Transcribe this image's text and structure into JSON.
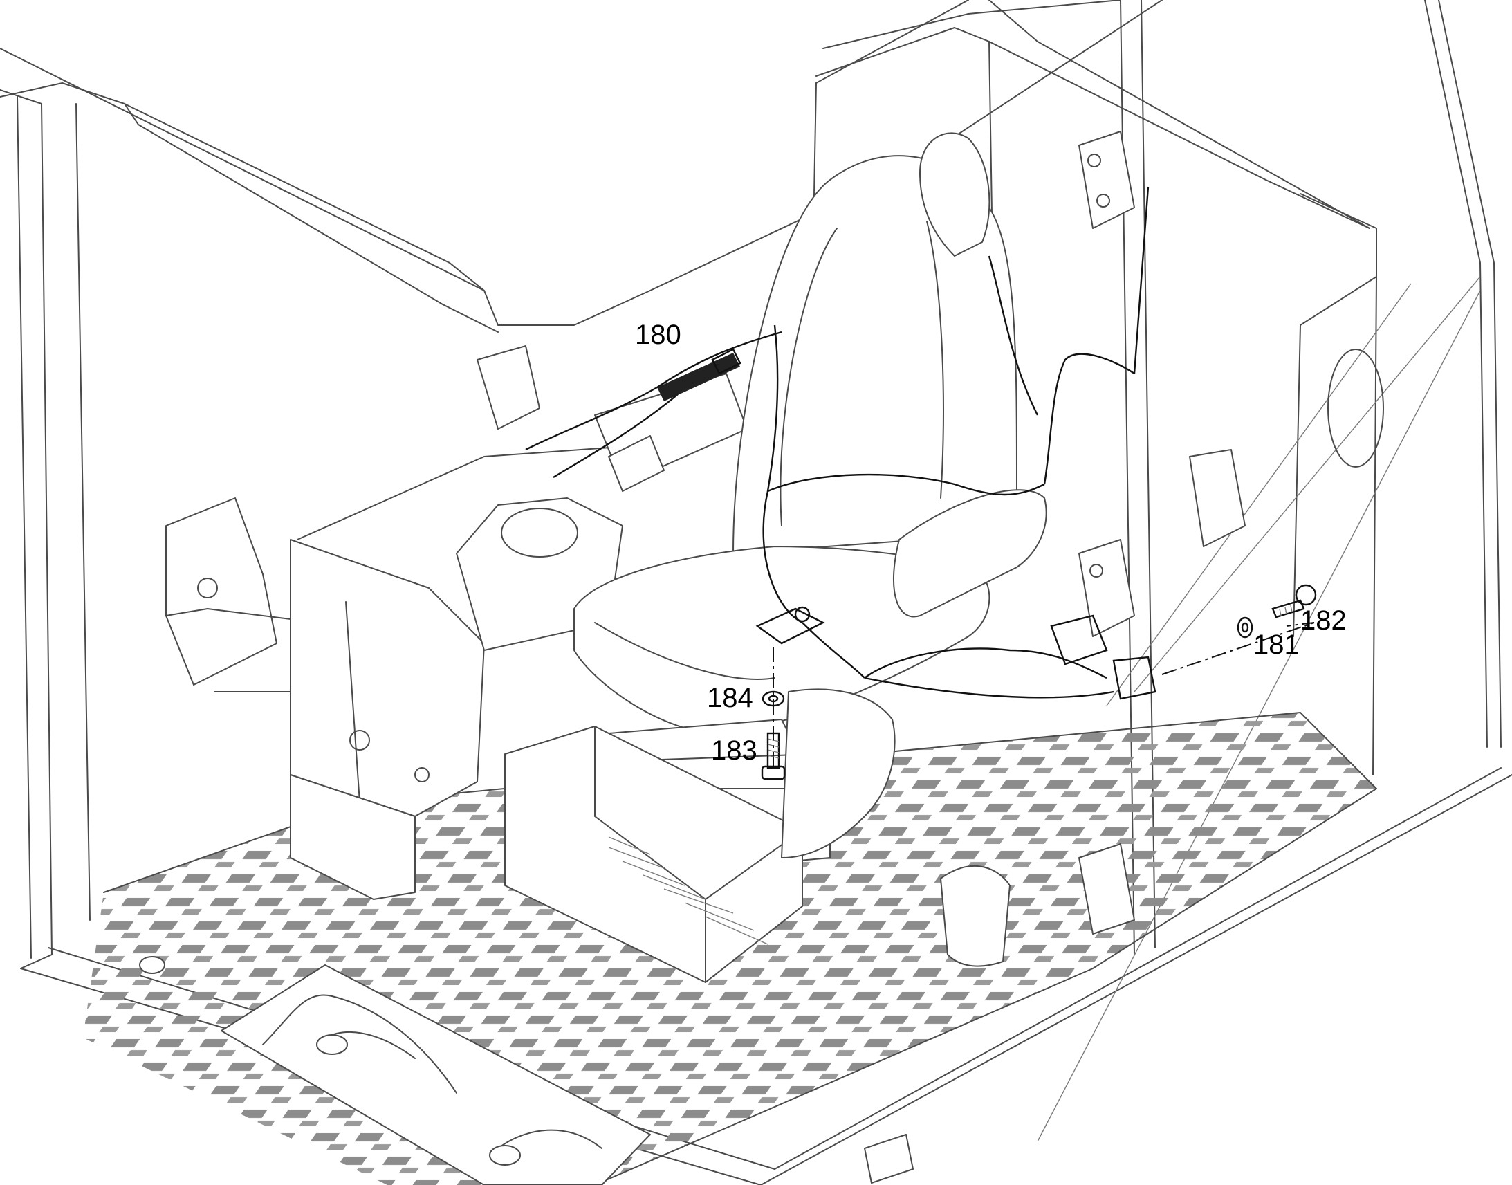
{
  "callouts": {
    "p180": "180",
    "p181": "181",
    "p182": "182",
    "p183": "183",
    "p184": "184"
  },
  "colors": {
    "line": "#4a4a4a",
    "highlight": "#111111",
    "mat": "#8c8c8c",
    "background": "#ffffff"
  }
}
